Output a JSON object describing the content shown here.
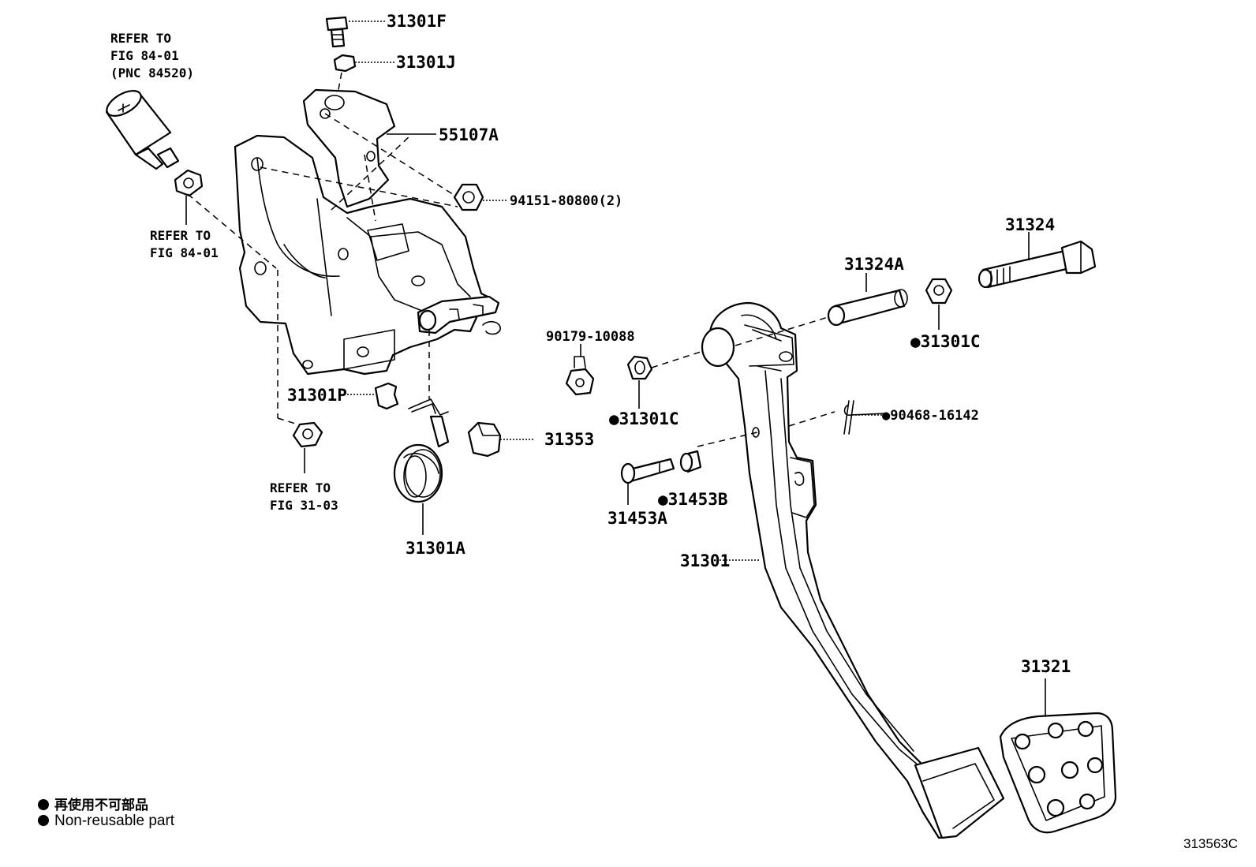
{
  "labels": {
    "refer_fig_84_01_pnc": [
      "REFER TO",
      "FIG 84-01",
      "(PNC 84520)"
    ],
    "refer_fig_84_01": [
      "REFER TO",
      "FIG 84-01"
    ],
    "refer_fig_31_03": [
      "REFER TO",
      "FIG 31-03"
    ],
    "p31301F": "31301F",
    "p31301J": "31301J",
    "p55107A": "55107A",
    "p94151": "94151-80800(2)",
    "p31324": "31324",
    "p31324A": "31324A",
    "p31301C_a": "●31301C",
    "p90179": "90179-10088",
    "p31301C_b": "●31301C",
    "p31301P": "31301P",
    "p31353": "31353",
    "p90468": "●90468-16142",
    "p31453B": "●31453B",
    "p31453A": "31453A",
    "p31301A": "31301A",
    "p31301": "31301",
    "p31321": "31321"
  },
  "legend": {
    "line1": "再使用不可部品",
    "line2": "Non-reusable part"
  },
  "figure_code": "313563C"
}
